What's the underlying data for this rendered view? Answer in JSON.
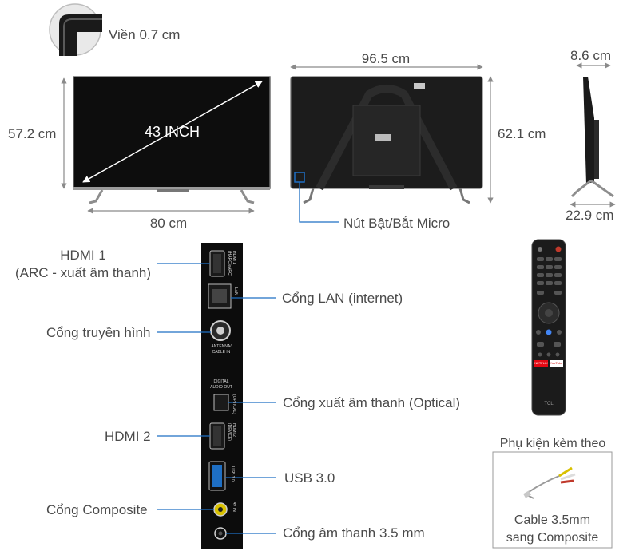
{
  "front_view": {
    "bezel_label": "Viền 0.7 cm",
    "diagonal_label": "43 INCH",
    "height_label": "57.2 cm",
    "width_label": "80 cm"
  },
  "back_view": {
    "width_label": "96.5 cm",
    "height_label": "62.1 cm",
    "mic_button_label": "Nút Bật/Bắt Micro"
  },
  "side_view": {
    "depth_label": "8.6 cm",
    "stand_depth_label": "22.9 cm"
  },
  "ports": {
    "hdmi1_line1": "HDMI 1",
    "hdmi1_line2": "(ARC - xuất âm thanh)",
    "lan": "Cổng LAN (internet)",
    "antenna": "Cổng truyền hình",
    "optical": "Cổng xuất âm thanh (Optical)",
    "hdmi2": "HDMI 2",
    "usb": "USB 3.0",
    "composite": "Cổng Composite",
    "audio35": "Cổng âm thanh 3.5 mm"
  },
  "panel_text": {
    "hdmi1": "HDMI 1 (HARC/eARC)",
    "lan": "LAN",
    "antenna_line1": "ANTENNA/",
    "antenna_line2": "CABLE IN",
    "optical_line1": "DIGITAL",
    "optical_line2": "AUDIO OUT",
    "optical_side": "(OPTICAL)",
    "hdmi2": "HDMI 2 (DEVICE)",
    "usb": "USB 3.0",
    "av": "AV IN"
  },
  "remote": {
    "netflix": "NETFLIX",
    "youtube": "YouTube",
    "brand": "TCL"
  },
  "accessory": {
    "title": "Phụ kiện kèm theo",
    "caption_line1": "Cable 3.5mm",
    "caption_line2": "sang Composite"
  },
  "colors": {
    "annotation_line": "#1e6fc4",
    "dimension_line": "#8a8a8a",
    "tv_panel": "#111111"
  }
}
